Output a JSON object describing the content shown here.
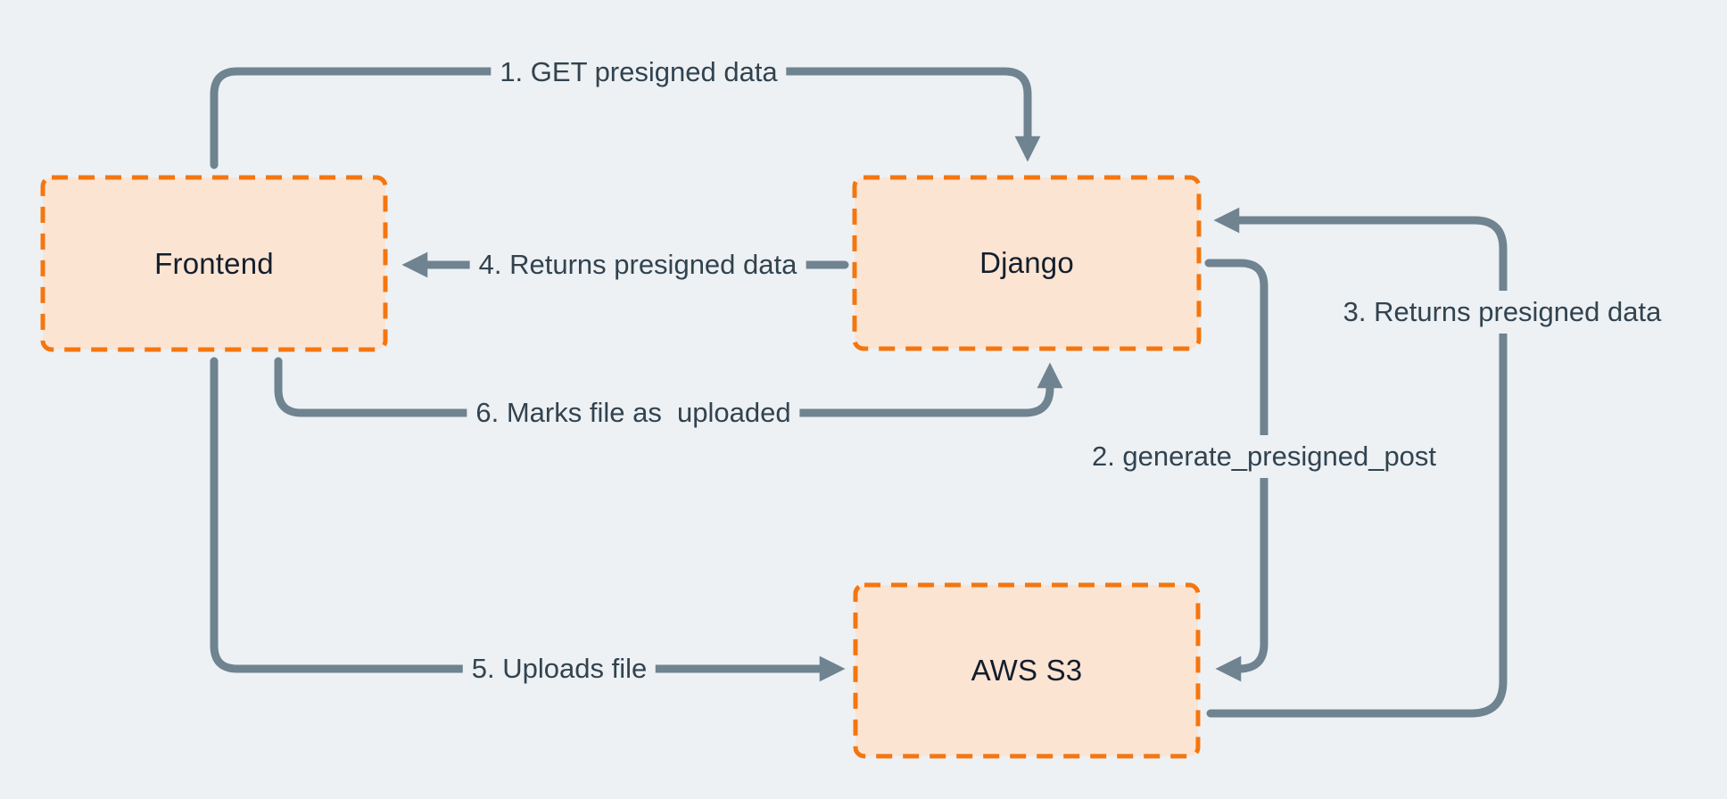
{
  "diagram": {
    "nodes": [
      {
        "id": "frontend",
        "label": "Frontend"
      },
      {
        "id": "django",
        "label": "Django"
      },
      {
        "id": "aws-s3",
        "label": "AWS S3"
      }
    ],
    "edges": [
      {
        "num": "1",
        "label": "1. GET presigned data",
        "from": "frontend",
        "to": "django"
      },
      {
        "num": "2",
        "label": "2. generate_presigned_post",
        "from": "django",
        "to": "aws-s3"
      },
      {
        "num": "3",
        "label": "3. Returns presigned data",
        "from": "aws-s3",
        "to": "django"
      },
      {
        "num": "4",
        "label": "4. Returns presigned data",
        "from": "django",
        "to": "frontend"
      },
      {
        "num": "5",
        "label": "5. Uploads file",
        "from": "frontend",
        "to": "aws-s3"
      },
      {
        "num": "6",
        "label": "6. Marks file as  uploaded",
        "from": "frontend",
        "to": "django"
      }
    ],
    "colors": {
      "background": "#edf1f4",
      "node_fill": "#fce4d3",
      "node_border": "#f4760f",
      "arrow": "#6f8390",
      "node_text": "#141e2c",
      "edge_text": "#32434f"
    }
  }
}
